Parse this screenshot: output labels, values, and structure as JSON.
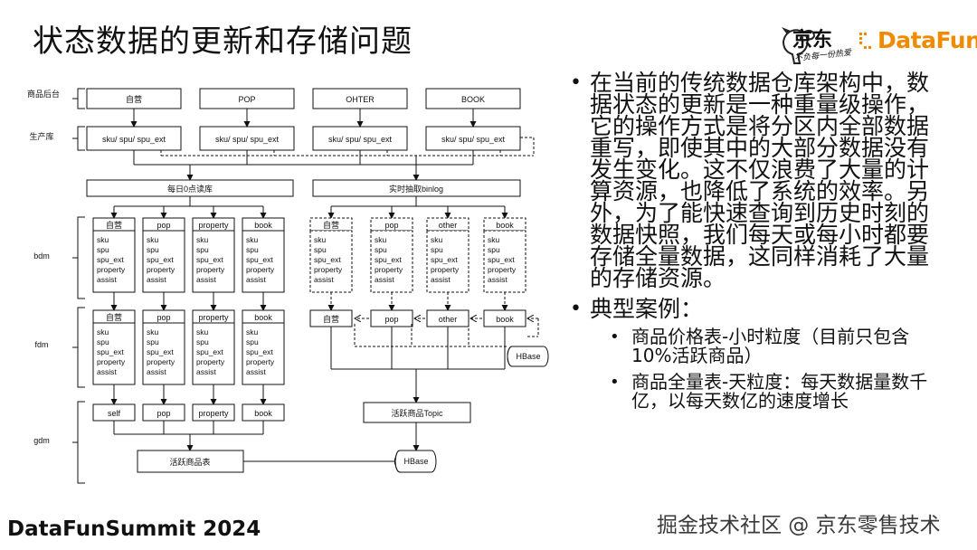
{
  "title": "状态数据的更新和存储问题",
  "footer": "DataFunSummit 2024",
  "watermark": "掘金技术社区 @ 京东零售技术",
  "logos": {
    "jd_text": "京东",
    "jd_slogan": "不负每一份热爱",
    "datafun_text": "DataFun."
  },
  "bullets": [
    {
      "text": "在当前的传统数据仓库架构中，数据状态的更新是一种重量级操作，它的操作方式是将分区内全部数据重写，即使其中的大部分数据没有发生变化。这不仅浪费了大量的计算资源，也降低了系统的效率。另外，为了能快速查询到历史时刻的数据快照，我们每天或每小时都要存储全量数据，这同样消耗了大量的存储资源。"
    },
    {
      "text": "典型案例：",
      "sub": [
        {
          "text": "商品价格表-小时粒度（目前只包含10%活跃商品）"
        },
        {
          "text": "商品全量表-天粒度：每天数据量数千亿，以每天数亿的速度增长"
        }
      ]
    }
  ],
  "diagram": {
    "row_labels": {
      "source": "商品后台",
      "prod": "生产库",
      "bdm": "bdm",
      "fdm": "fdm",
      "gdm": "gdm"
    },
    "sources": [
      "自营",
      "POP",
      "OHTER",
      "BOOK"
    ],
    "prod_boxes": [
      "sku/ spu/ spu_ext",
      "sku/ spu/ spu_ext",
      "sku/ spu/ spu_ext",
      "sku/ spu/ spu_ext"
    ],
    "daily_read": "每日0点读库",
    "binlog": "实时抽取binlog",
    "left_tables": [
      "自营",
      "pop",
      "property",
      "book"
    ],
    "right_tables": [
      "自营",
      "pop",
      "other",
      "book"
    ],
    "fields": [
      "sku",
      "spu",
      "spu_ext",
      "property",
      "assist"
    ],
    "right_fdm": [
      "自营",
      "pop",
      "other",
      "book"
    ],
    "gdm_left": [
      "self",
      "pop",
      "property",
      "book"
    ],
    "active_topic": "活跃商品Topic",
    "active_table": "活跃商品表",
    "hbase": "HBase"
  }
}
